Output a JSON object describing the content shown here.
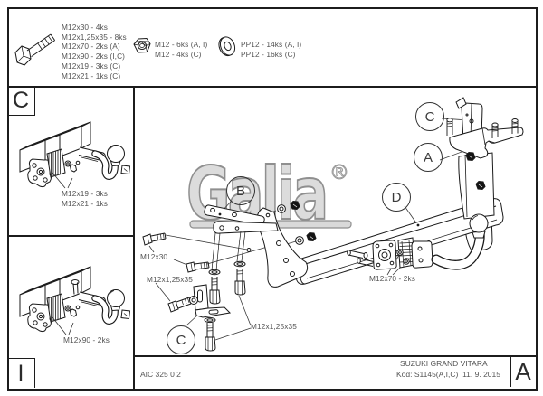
{
  "legend": {
    "bolt_labels": [
      "M12x30 - 4ks",
      "M12x1,25x35 - 8ks",
      "M12x70 - 2ks (A)",
      "M12x90 - 2ks (I,C)",
      "M12x19 - 3ks (C)",
      "M12x21 - 1ks (C)"
    ],
    "nut_labels": [
      "M12 - 6ks (A, I)",
      "M12 - 4ks (C)"
    ],
    "washer_labels": [
      "PP12 - 14ks (A, I)",
      "PP12 - 16ks (C)"
    ]
  },
  "sections": {
    "left_top_letter": "C",
    "left_bottom_letter": "I",
    "corner_letter": "A"
  },
  "callouts": {
    "b": "B",
    "c_center": "C",
    "c_right": "C",
    "a_right": "A",
    "d_right": "D"
  },
  "part_labels": {
    "left_top_1": "M12x19 - 3ks",
    "left_top_2": "M12x21 - 1ks",
    "left_bottom": "M12x90 - 2ks",
    "m12x30": "M12x30",
    "m12x1_25x35_left": "M12x1,25x35",
    "m12x1_25x35_right": "M12x1,25x35",
    "m12x70": "M12x70 - 2ks"
  },
  "logo": {
    "text": "Galia",
    "registered": "®"
  },
  "footer": {
    "doc_number": "AIC 325 0 2",
    "vehicle": "SUZUKI GRAND VITARA",
    "code_line": "Kód: S1145(A,I,C)  11. 9. 2015"
  }
}
